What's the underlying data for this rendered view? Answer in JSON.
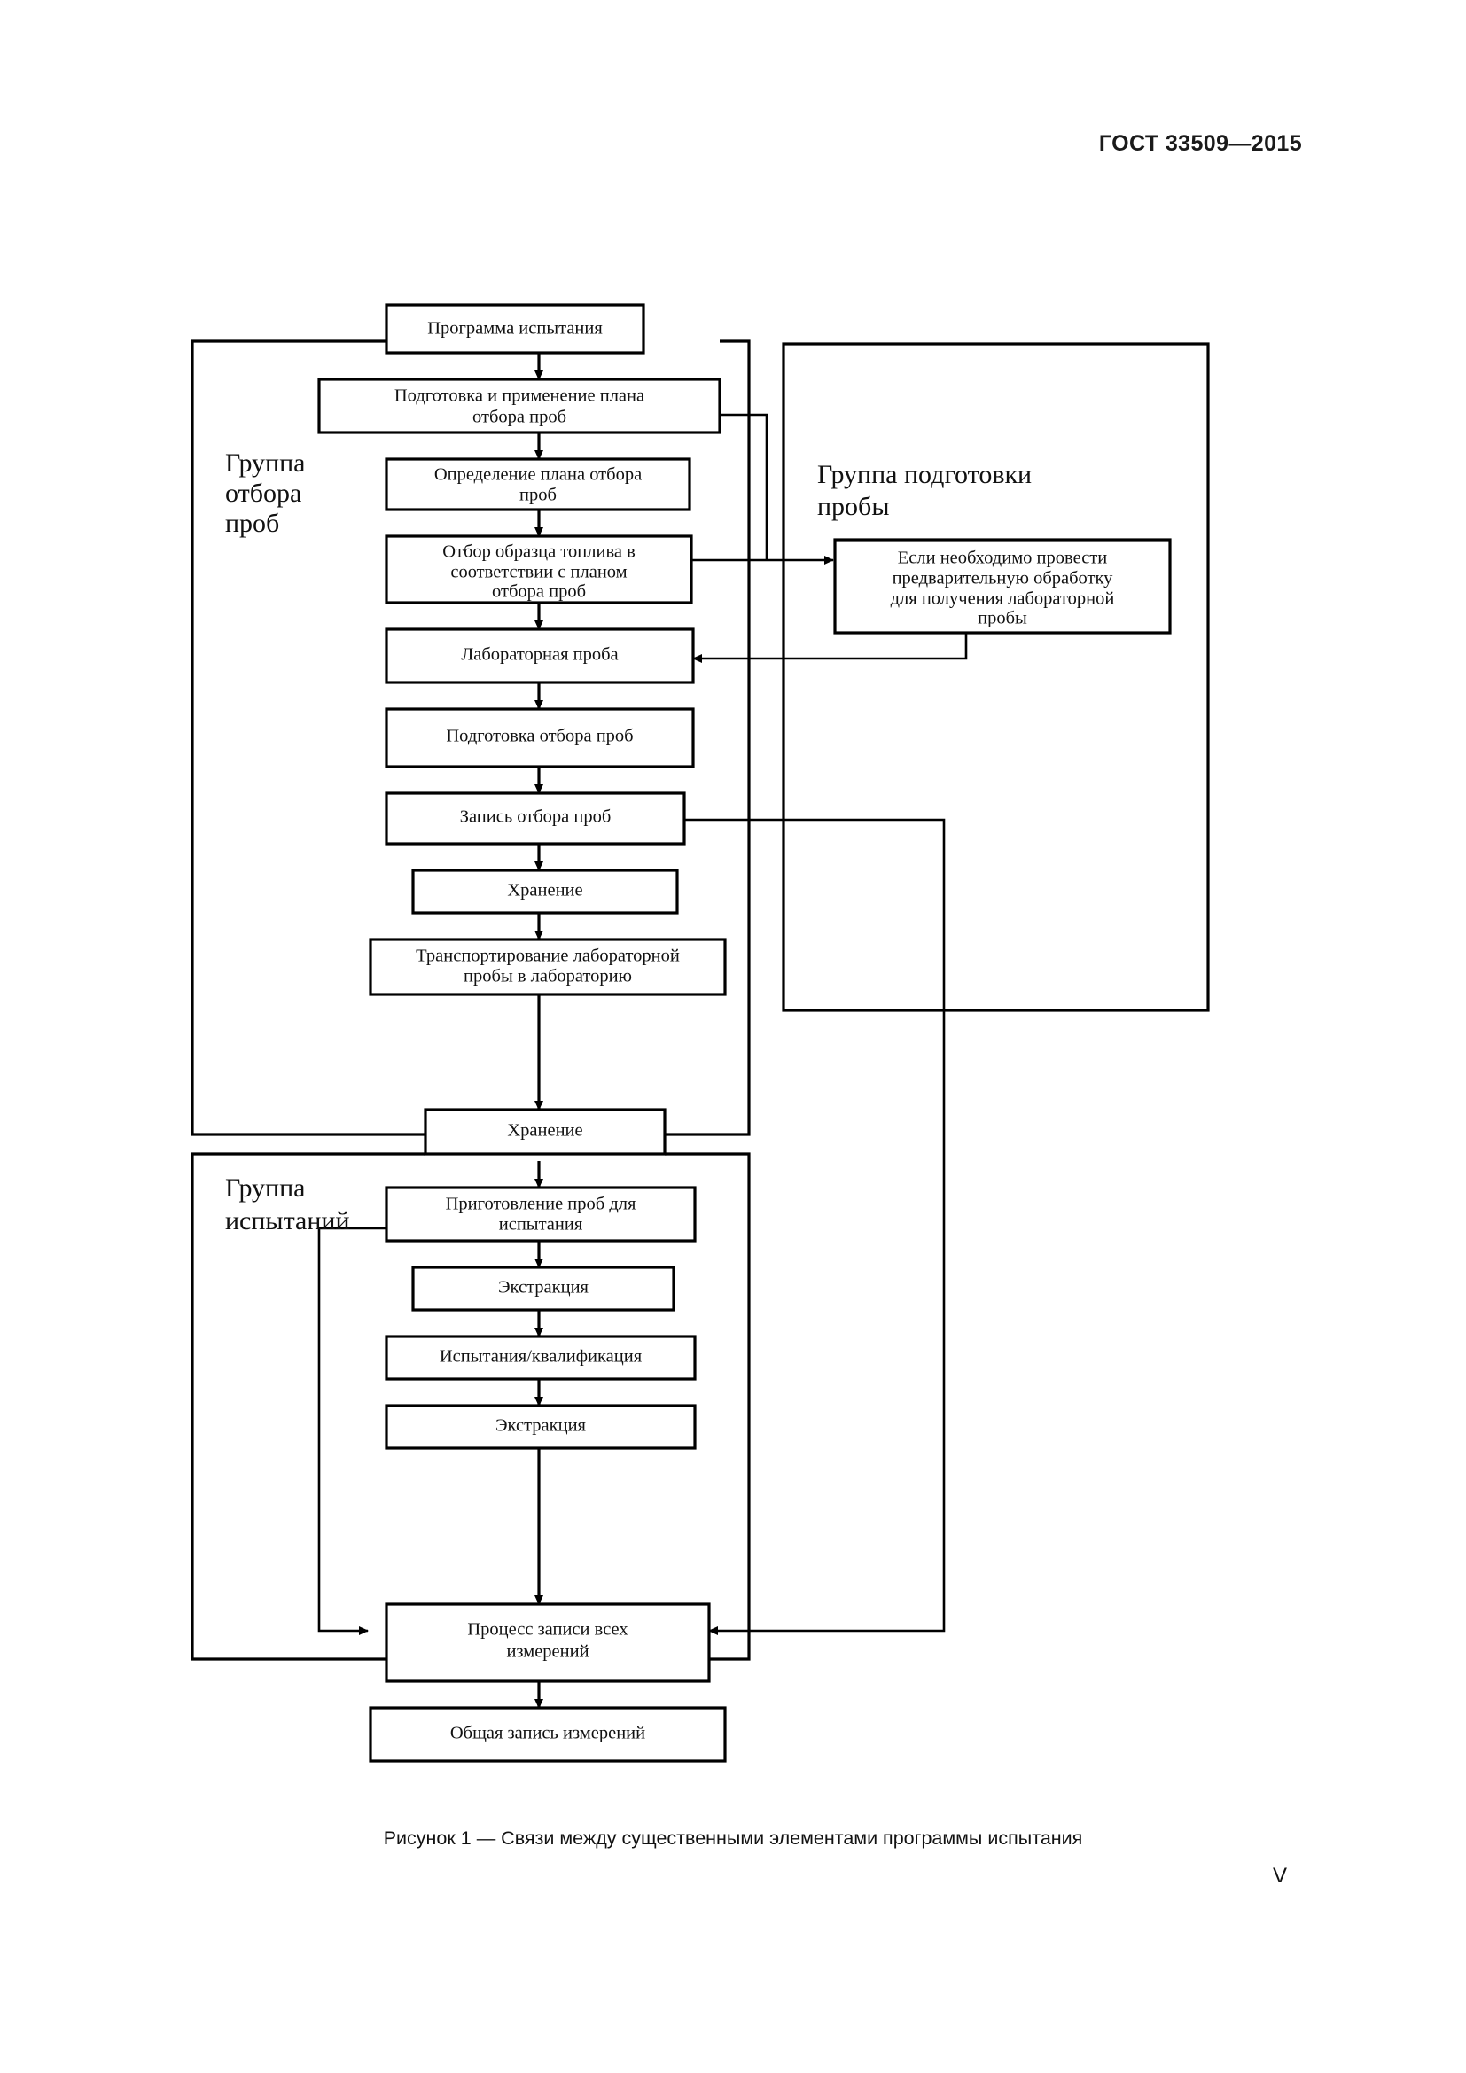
{
  "document": {
    "header": "ГОСТ 33509—2015",
    "page_number": "V",
    "figure_caption": "Рисунок 1 — Связи между существенными элементами программы испытания"
  },
  "figure": {
    "groups": [
      {
        "id": "sampling-group",
        "label_line1": "Группа",
        "label_line2": "отбора",
        "label_line3": "проб"
      },
      {
        "id": "preparation-group",
        "label_line1": "Группа подготовки",
        "label_line2": "пробы"
      },
      {
        "id": "testing-group",
        "label_line1": "Группа",
        "label_line2": "испытаний"
      }
    ],
    "nodes": [
      {
        "id": "test-program",
        "lines": [
          "Программа испытания"
        ]
      },
      {
        "id": "plan-prepare-apply",
        "lines": [
          "Подготовка и применение плана",
          "отбора проб"
        ]
      },
      {
        "id": "plan-definition",
        "lines": [
          "Определение плана отбора",
          "проб"
        ]
      },
      {
        "id": "fuel-sampling",
        "lines": [
          "Отбор образца топлива в",
          "соответствии с планом",
          "отбора проб"
        ]
      },
      {
        "id": "pretreatment-note",
        "lines": [
          "Если необходимо провести",
          "предварительную обработку",
          "для получения лабораторной",
          "пробы"
        ]
      },
      {
        "id": "laboratory-sample",
        "lines": [
          "Лабораторная проба"
        ]
      },
      {
        "id": "sampling-preparation",
        "lines": [
          "Подготовка отбора проб"
        ]
      },
      {
        "id": "sampling-record",
        "lines": [
          "Запись отбора проб"
        ]
      },
      {
        "id": "storage-1",
        "lines": [
          "Хранение"
        ]
      },
      {
        "id": "transport-to-lab",
        "lines": [
          "Транспортирование лабораторной",
          "пробы в лабораторию"
        ]
      },
      {
        "id": "storage-2",
        "lines": [
          "Хранение"
        ]
      },
      {
        "id": "sample-prep-for-test",
        "lines": [
          "Приготовление проб для",
          "испытания"
        ]
      },
      {
        "id": "extraction-1",
        "lines": [
          "Экстракция"
        ]
      },
      {
        "id": "testing-qualification",
        "lines": [
          "Испытания/квалификация"
        ]
      },
      {
        "id": "extraction-2",
        "lines": [
          "Экстракция"
        ]
      },
      {
        "id": "record-all-measurements",
        "lines": [
          "Процесс записи всех",
          "измерений"
        ]
      },
      {
        "id": "general-measurement-record",
        "lines": [
          "Общая запись измерений"
        ]
      }
    ],
    "colors": {
      "line": "#000000",
      "box_fill": "#ffffff",
      "text": "#111111"
    }
  }
}
